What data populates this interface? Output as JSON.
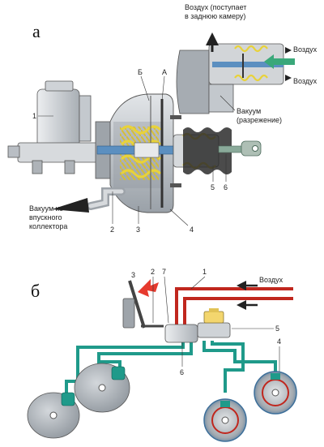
{
  "diagram_a": {
    "panel_letter": "а",
    "callouts": [
      "1",
      "2",
      "3",
      "4",
      "5",
      "6",
      "Б",
      "А"
    ],
    "air_rear_chamber_line1": "Воздух (поступает",
    "air_rear_chamber_line2": "в заднюю камеру)",
    "air_in_top": "Воздух",
    "air_in_bottom": "Воздух",
    "vacuum_line1": "Вакуум",
    "vacuum_line2": "(разрежение)",
    "manifold_line1": "Вакуум из",
    "manifold_line2": "впускного",
    "manifold_line3": "коллектора"
  },
  "diagram_b": {
    "panel_letter": "б",
    "callouts": [
      "3",
      "2",
      "7",
      "1",
      "5",
      "6",
      "4"
    ],
    "air_label": "Воздух"
  },
  "colors": {
    "brake_line": "#1f9a8a",
    "air_line": "#c0271e",
    "spring": "#e8d23a",
    "housing": "#b9bec4",
    "pedal_arrow": "#e63a2e"
  }
}
